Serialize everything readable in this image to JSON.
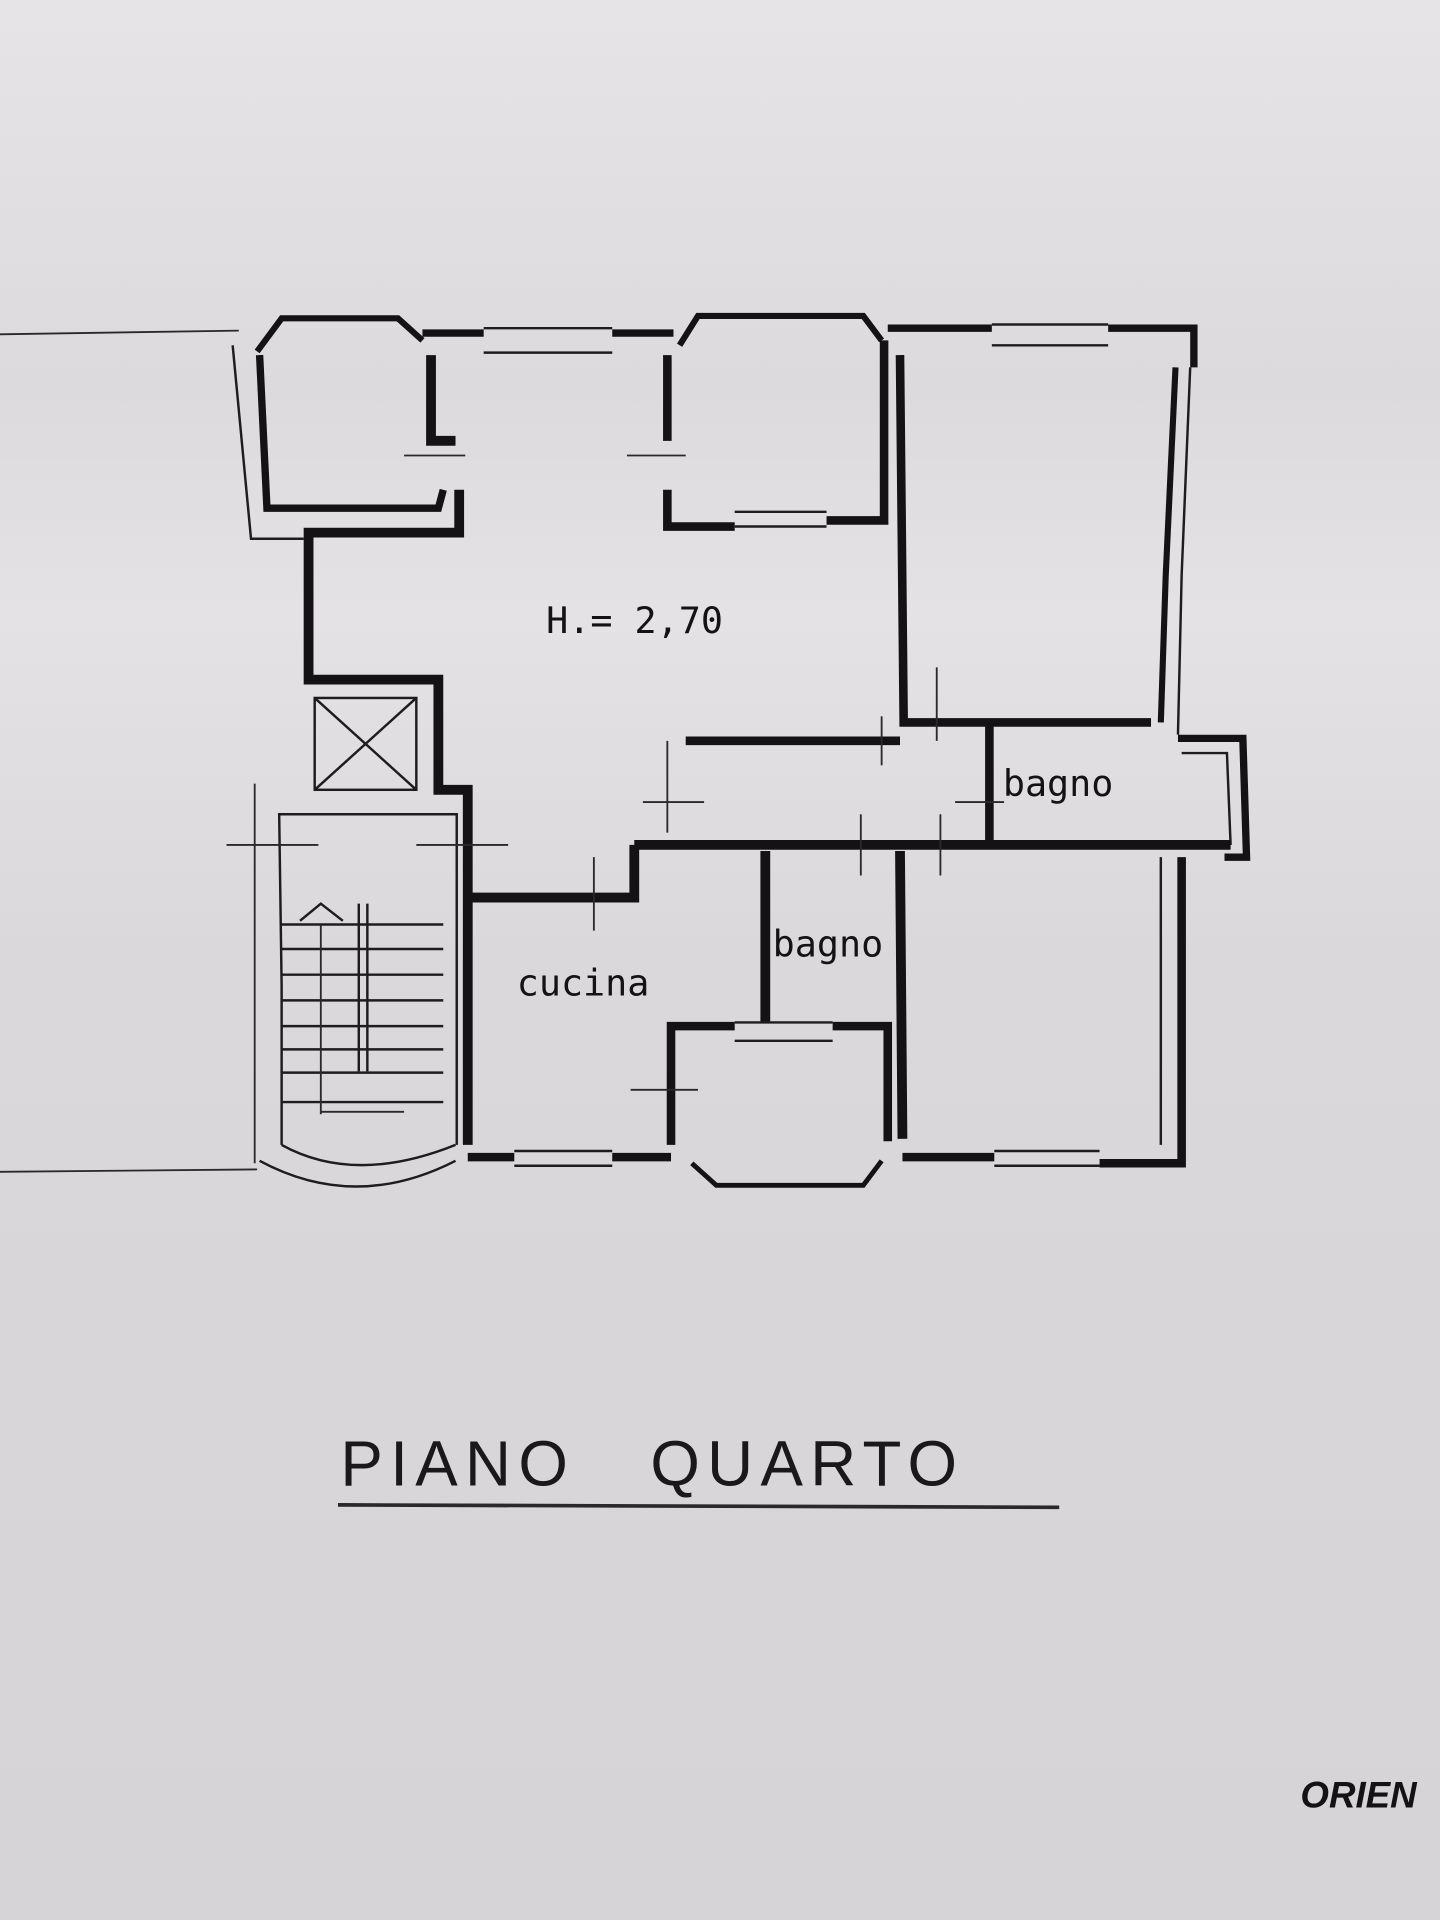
{
  "drawing": {
    "title": "PIANO   QUARTO",
    "ceiling_height": "H.= 2,70",
    "orientation_label": "ORIEN",
    "rooms": [
      {
        "id": "cucina",
        "label": "cucina"
      },
      {
        "id": "bagno-1",
        "label": "bagno"
      },
      {
        "id": "bagno-2",
        "label": "bagno"
      }
    ],
    "colors": {
      "paper": "#dedcde",
      "ink": "#141214"
    }
  }
}
